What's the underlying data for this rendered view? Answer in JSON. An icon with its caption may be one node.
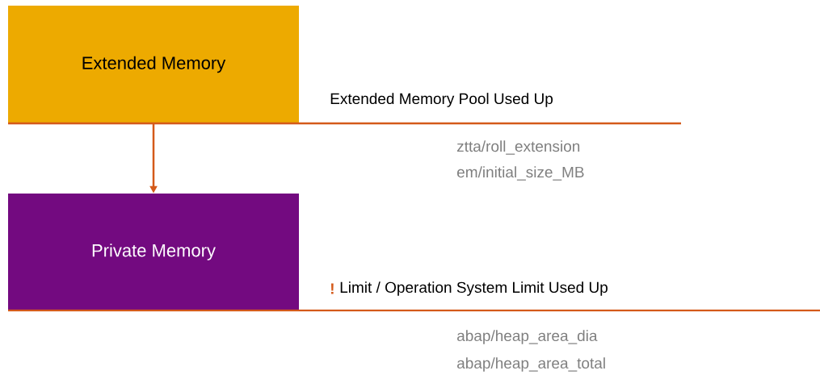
{
  "diagram": {
    "nodes": [
      {
        "text": [
          "Extended Memory"
        ]
      },
      {
        "text": [
          "Private Memory"
        ]
      }
    ],
    "edges": [
      {
        "from": 0,
        "to": 1,
        "arrow": "to"
      }
    ],
    "labels": [
      "Extended Memory Pool Used Up",
      "ztta/roll_extension",
      "em/initial_size_MB",
      "!",
      "Limit / Operation System Limit Used Up",
      "abap/heap_area_dia",
      "abap/heap_area_total"
    ]
  }
}
